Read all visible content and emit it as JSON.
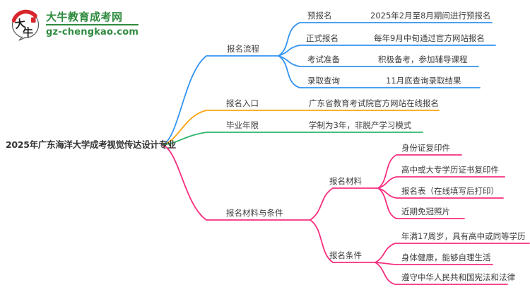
{
  "brand": {
    "name": "大牛教育成考网",
    "domain": "gz-chengkao.com",
    "mark_chars": [
      "大",
      "牛"
    ]
  },
  "colors": {
    "brand_green": "#2e8b3e",
    "branch_blue": "#3494f0",
    "branch_orange": "#fca311",
    "branch_green": "#2db56a",
    "branch_pink": "#f72e7f",
    "logo_red": "#d7262c",
    "text": "#3d3d3d"
  },
  "root": {
    "label": "2025年广东海洋大学成考视觉传达设计专业"
  },
  "branches": {
    "process": {
      "label": "报名流程",
      "children": [
        {
          "label": "预报名",
          "value": "2025年2月至8月期间进行预报名"
        },
        {
          "label": "正式报名",
          "value": "每年9月中旬通过官方网站报名"
        },
        {
          "label": "考试准备",
          "value": "积极备考，参加辅导课程"
        },
        {
          "label": "录取查询",
          "value": "11月底查询录取结果"
        }
      ]
    },
    "portal": {
      "label": "报名入口",
      "value": "广东省教育考试院官方网站在线报名"
    },
    "duration": {
      "label": "毕业年限",
      "value": "学制为3年，非脱产学习模式"
    },
    "materials_conditions": {
      "label": "报名材料与条件",
      "materials": {
        "label": "报名材料",
        "items": [
          "身份证复印件",
          "高中或大专学历证书复印件",
          "报名表（在线填写后打印）",
          "近期免冠照片"
        ]
      },
      "conditions": {
        "label": "报名条件",
        "items": [
          "年满17周岁，具有高中或同等学历",
          "身体健康，能够自理生活",
          "遵守中华人民共和国宪法和法律"
        ]
      }
    }
  }
}
